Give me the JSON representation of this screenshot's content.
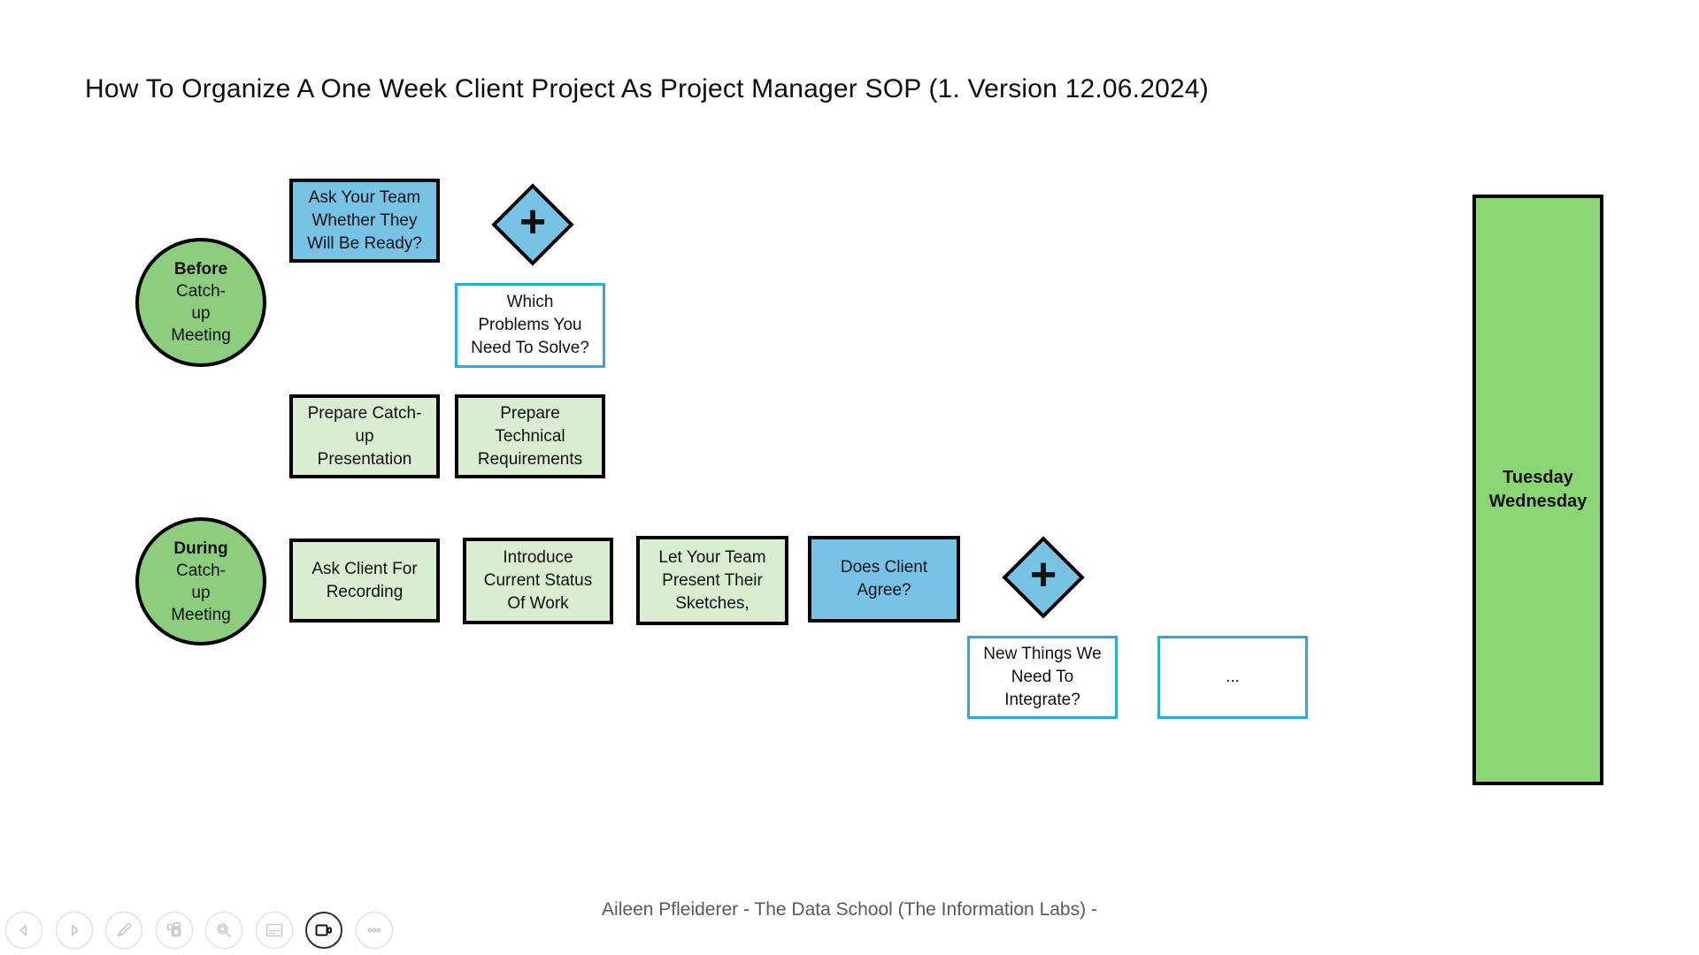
{
  "slide": {
    "title": "How To Organize A One Week Client Project As Project Manager SOP (1. Version 12.06.2024)",
    "credit": "Aileen Pfleiderer - The Data School (The Information Labs) -"
  },
  "colors": {
    "phase_circle_green": "#8CCE7D",
    "day_band_green": "#89D673",
    "task_light_green": "#D9EDD0",
    "decision_blue": "#76C3E6",
    "note_border_cyan": "#29ABE2",
    "shape_border": "#000000",
    "credit_gray": "#5a5a5a"
  },
  "flowchart": {
    "phase_circles": [
      {
        "phase": "Before",
        "rest": "Catch-\nup\nMeeting"
      },
      {
        "phase": "During",
        "rest": "Catch-\nup\nMeeting"
      }
    ],
    "boxes": [
      {
        "label": "Ask Your Team\nWhether They\nWill Be Ready?",
        "kind": "decision-blue"
      },
      {
        "label": "Which\nProblems You\nNeed To Solve?",
        "kind": "note-outline"
      },
      {
        "label": "Prepare Catch-\nup\nPresentation",
        "kind": "task-green"
      },
      {
        "label": "Prepare\nTechnical\nRequirements",
        "kind": "task-green"
      },
      {
        "label": "Ask Client For\nRecording",
        "kind": "task-green"
      },
      {
        "label": "Introduce\nCurrent Status\nOf Work",
        "kind": "task-green"
      },
      {
        "label": "Let Your Team\nPresent Their\nSketches,",
        "kind": "task-green"
      },
      {
        "label": "Does Client\nAgree?",
        "kind": "decision-blue"
      },
      {
        "label": "New Things We\nNeed To\nIntegrate?",
        "kind": "note-outline"
      },
      {
        "label": "...",
        "kind": "note-outline"
      }
    ],
    "connectors": [
      {
        "symbol": "+"
      },
      {
        "symbol": "+"
      }
    ],
    "day_band": {
      "label": "Tuesday\nWednesday"
    }
  },
  "toolbar": {
    "icons": [
      {
        "name": "previous"
      },
      {
        "name": "next"
      },
      {
        "name": "draw-pen"
      },
      {
        "name": "slide-sorter"
      },
      {
        "name": "magnifier"
      },
      {
        "name": "captions"
      },
      {
        "name": "camera"
      },
      {
        "name": "more-options"
      }
    ]
  }
}
